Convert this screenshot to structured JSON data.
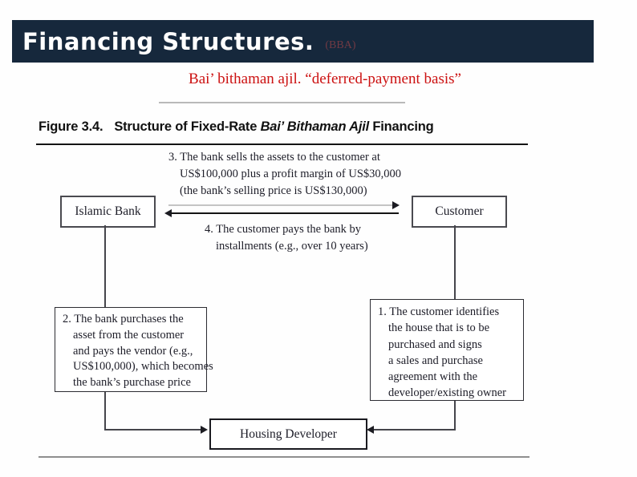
{
  "colors": {
    "header_bg": "#16283c",
    "header_title": "#ffffff",
    "header_suffix": "#713a44",
    "subtitle_red": "#cc1111",
    "diagram_text": "#1d1d28",
    "gray_arrow": "#c4c4c4"
  },
  "header": {
    "title": "Financing Structures.",
    "suffix": "(BBA)"
  },
  "subtitle": "Bai’ bithaman ajil. “deferred-payment basis”",
  "figure": {
    "caption": {
      "label": "Figure 3.4.",
      "pre_italic": "Structure of Fixed-Rate ",
      "italic": "Bai’ Bithaman Ajil",
      "post_italic": " Financing"
    },
    "nodes": {
      "bank": "Islamic Bank",
      "customer": "Customer",
      "developer": "Housing Developer"
    },
    "step3": {
      "lines": [
        "3. The bank sells the assets to the customer at",
        "US$100,000 plus a profit margin of US$30,000",
        "(the bank’s selling price is US$130,000)"
      ]
    },
    "step4": {
      "lines": [
        "4. The customer pays the bank by",
        "installments (e.g., over 10 years)"
      ]
    },
    "step2": {
      "lines": [
        "2. The bank purchases the",
        "asset from the customer",
        "and pays the vendor (e.g.,",
        "US$100,000), which becomes",
        "the bank’s purchase price"
      ]
    },
    "step1": {
      "lines": [
        "1. The customer identifies",
        "the house that is to be",
        "purchased and signs",
        "a sales and purchase",
        "agreement with the",
        "developer/existing owner"
      ]
    }
  }
}
